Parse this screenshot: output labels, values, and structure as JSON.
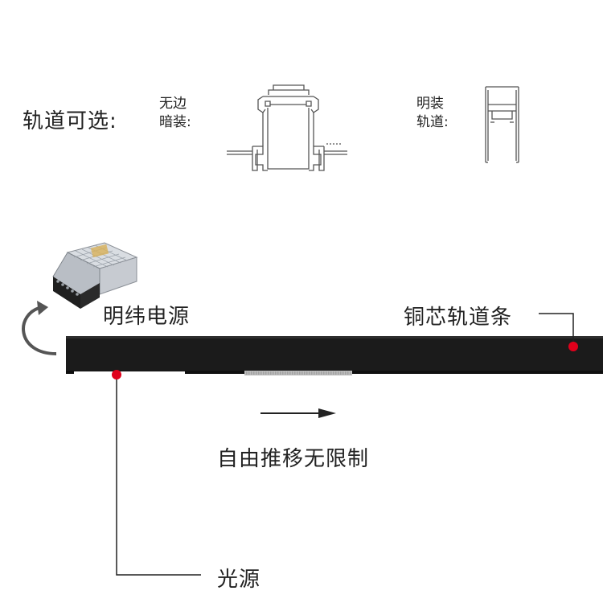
{
  "track_options": {
    "heading": "轨道可选:",
    "option_recessed_line1": "无边",
    "option_recessed_line2": "暗装:",
    "option_surface_line1": "明装",
    "option_surface_line2": "轨道:"
  },
  "diagram": {
    "power_supply_label": "明纬电源",
    "copper_track_label": "铜芯轨道条",
    "free_move_label": "自由推移无限制",
    "light_source_label": "光源"
  },
  "colors": {
    "track_body": "#1b1b1b",
    "marker_dot": "#e0001b",
    "profile_line": "#555555"
  }
}
